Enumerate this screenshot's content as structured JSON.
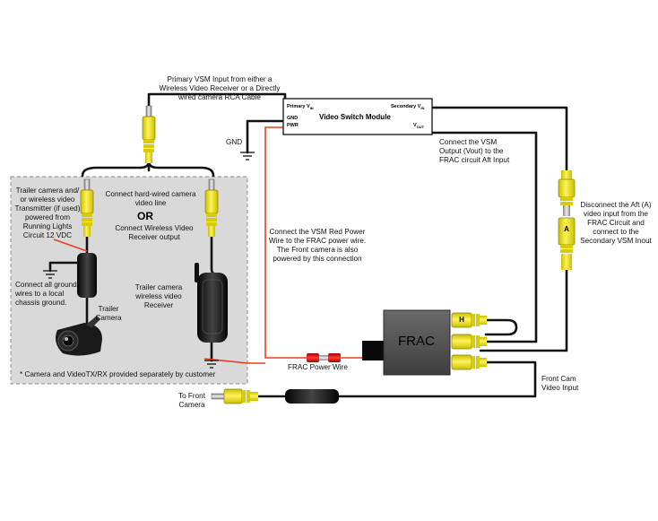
{
  "module": {
    "title": "Video Switch Module",
    "primary_label": "Primary V",
    "primary_sub": "IN",
    "secondary_label": "Secondary V",
    "secondary_sub": "IN",
    "gnd_label": "GND",
    "pwr_label": "PWR",
    "vout_label": "V",
    "vout_sub": "OUT"
  },
  "frac": {
    "label": "FRAC",
    "h_tag": "H",
    "a_tag": "A"
  },
  "colors": {
    "wire": "#111111",
    "power_wire": "#e8401c",
    "rca_yellow": "#f5ea10",
    "frac_body": "#555555",
    "trailer_bg": "#d9d9d9"
  },
  "labels": {
    "primary_input": "Primary VSM Input from either  a\nWireless Video Receiver or a Directly\nwired camera RCA Cable",
    "gnd": "GND",
    "trailer_camera_tx": "Trailer camera and/\nor wireless video\nTransmitter (if used)\npowered from\nRunning Lights\nCircuit 12 VDC",
    "hardwired": "Connect hard-wired camera\nvideo line",
    "or": "OR",
    "wireless_rx_output": "Connect Wireless Video\nReceiver output",
    "ground_wires": "Connect all ground\nwires to a local\nchassis ground.",
    "trailer_camera": "Trailer\nCamera",
    "wireless_receiver": "Trailer camera\nwireless video\nReceiver",
    "footnote": "* Camera and VideoTX/RX provided separately by customer",
    "vsm_power": "Connect the VSM Red Power\nWire to the FRAC power wire.\nThe Front camera is also\npowered by this connection",
    "vsm_output": "Connect the VSM\nOutput (Vout) to the\nFRAC circuit Aft Input",
    "disconnect_aft": "Disconnect the Aft (A)\nvideo input from the\nFRAC Circuit and\nconnect to the\nSecondary VSM Inout",
    "frac_power_wire": "FRAC Power Wire",
    "to_front_camera": "To Front\nCamera",
    "front_cam_input": "Front Cam\nVideo Input"
  }
}
